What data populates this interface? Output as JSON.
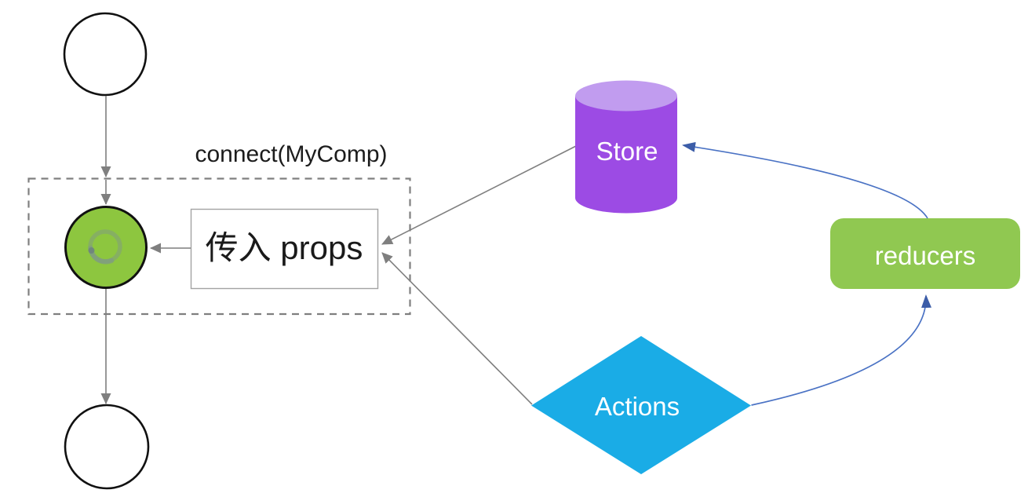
{
  "diagram": {
    "type": "redux-data-flow",
    "labels": {
      "connect_group": "connect(MyComp)",
      "props_box": "传入 props",
      "store": "Store",
      "reducers": "reducers",
      "actions": "Actions"
    },
    "icons": {
      "component_spinner": "circular-swirl-refresh-icon"
    },
    "colors": {
      "component_green": "#8DC63F",
      "reducers_green": "#90C851",
      "store_body_purple": "#9C4BE4",
      "store_top_purple": "#C19CEF",
      "actions_blue": "#1AACE6",
      "connector_gray": "#7F7F7F",
      "flow_curve_blue": "#4A72C4",
      "flow_arrowhead_blue": "#3C5DA8",
      "shape_label_white": "#FFFFFF",
      "text_dark": "#1C1C1C"
    }
  }
}
